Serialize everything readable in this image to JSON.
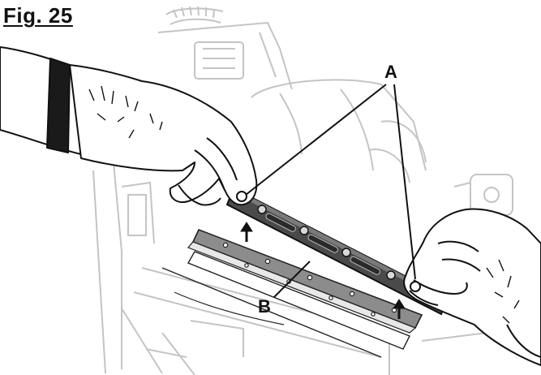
{
  "figure": {
    "title": "Fig. 25",
    "callouts": {
      "a": "A",
      "b": "B"
    }
  }
}
